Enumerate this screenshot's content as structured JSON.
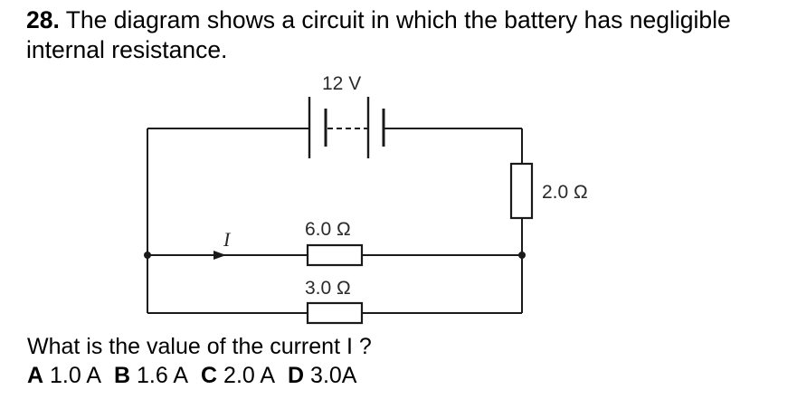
{
  "question": {
    "number": "28.",
    "text": " The diagram shows a circuit in which the battery has negligible internal resistance."
  },
  "circuit": {
    "battery_label": "12 V",
    "resistor_top_right_label": "2.0 Ω",
    "resistor_middle_label": "6.0 Ω",
    "resistor_bottom_label": "3.0 Ω",
    "current_label": "I"
  },
  "prompt": "What is the value of the current I ?",
  "options": [
    {
      "letter": "A",
      "value": " 1.0 A"
    },
    {
      "letter": "B",
      "value": " 1.6 A"
    },
    {
      "letter": "C",
      "value": " 2.0 A"
    },
    {
      "letter": "D",
      "value": " 3.0A"
    }
  ]
}
